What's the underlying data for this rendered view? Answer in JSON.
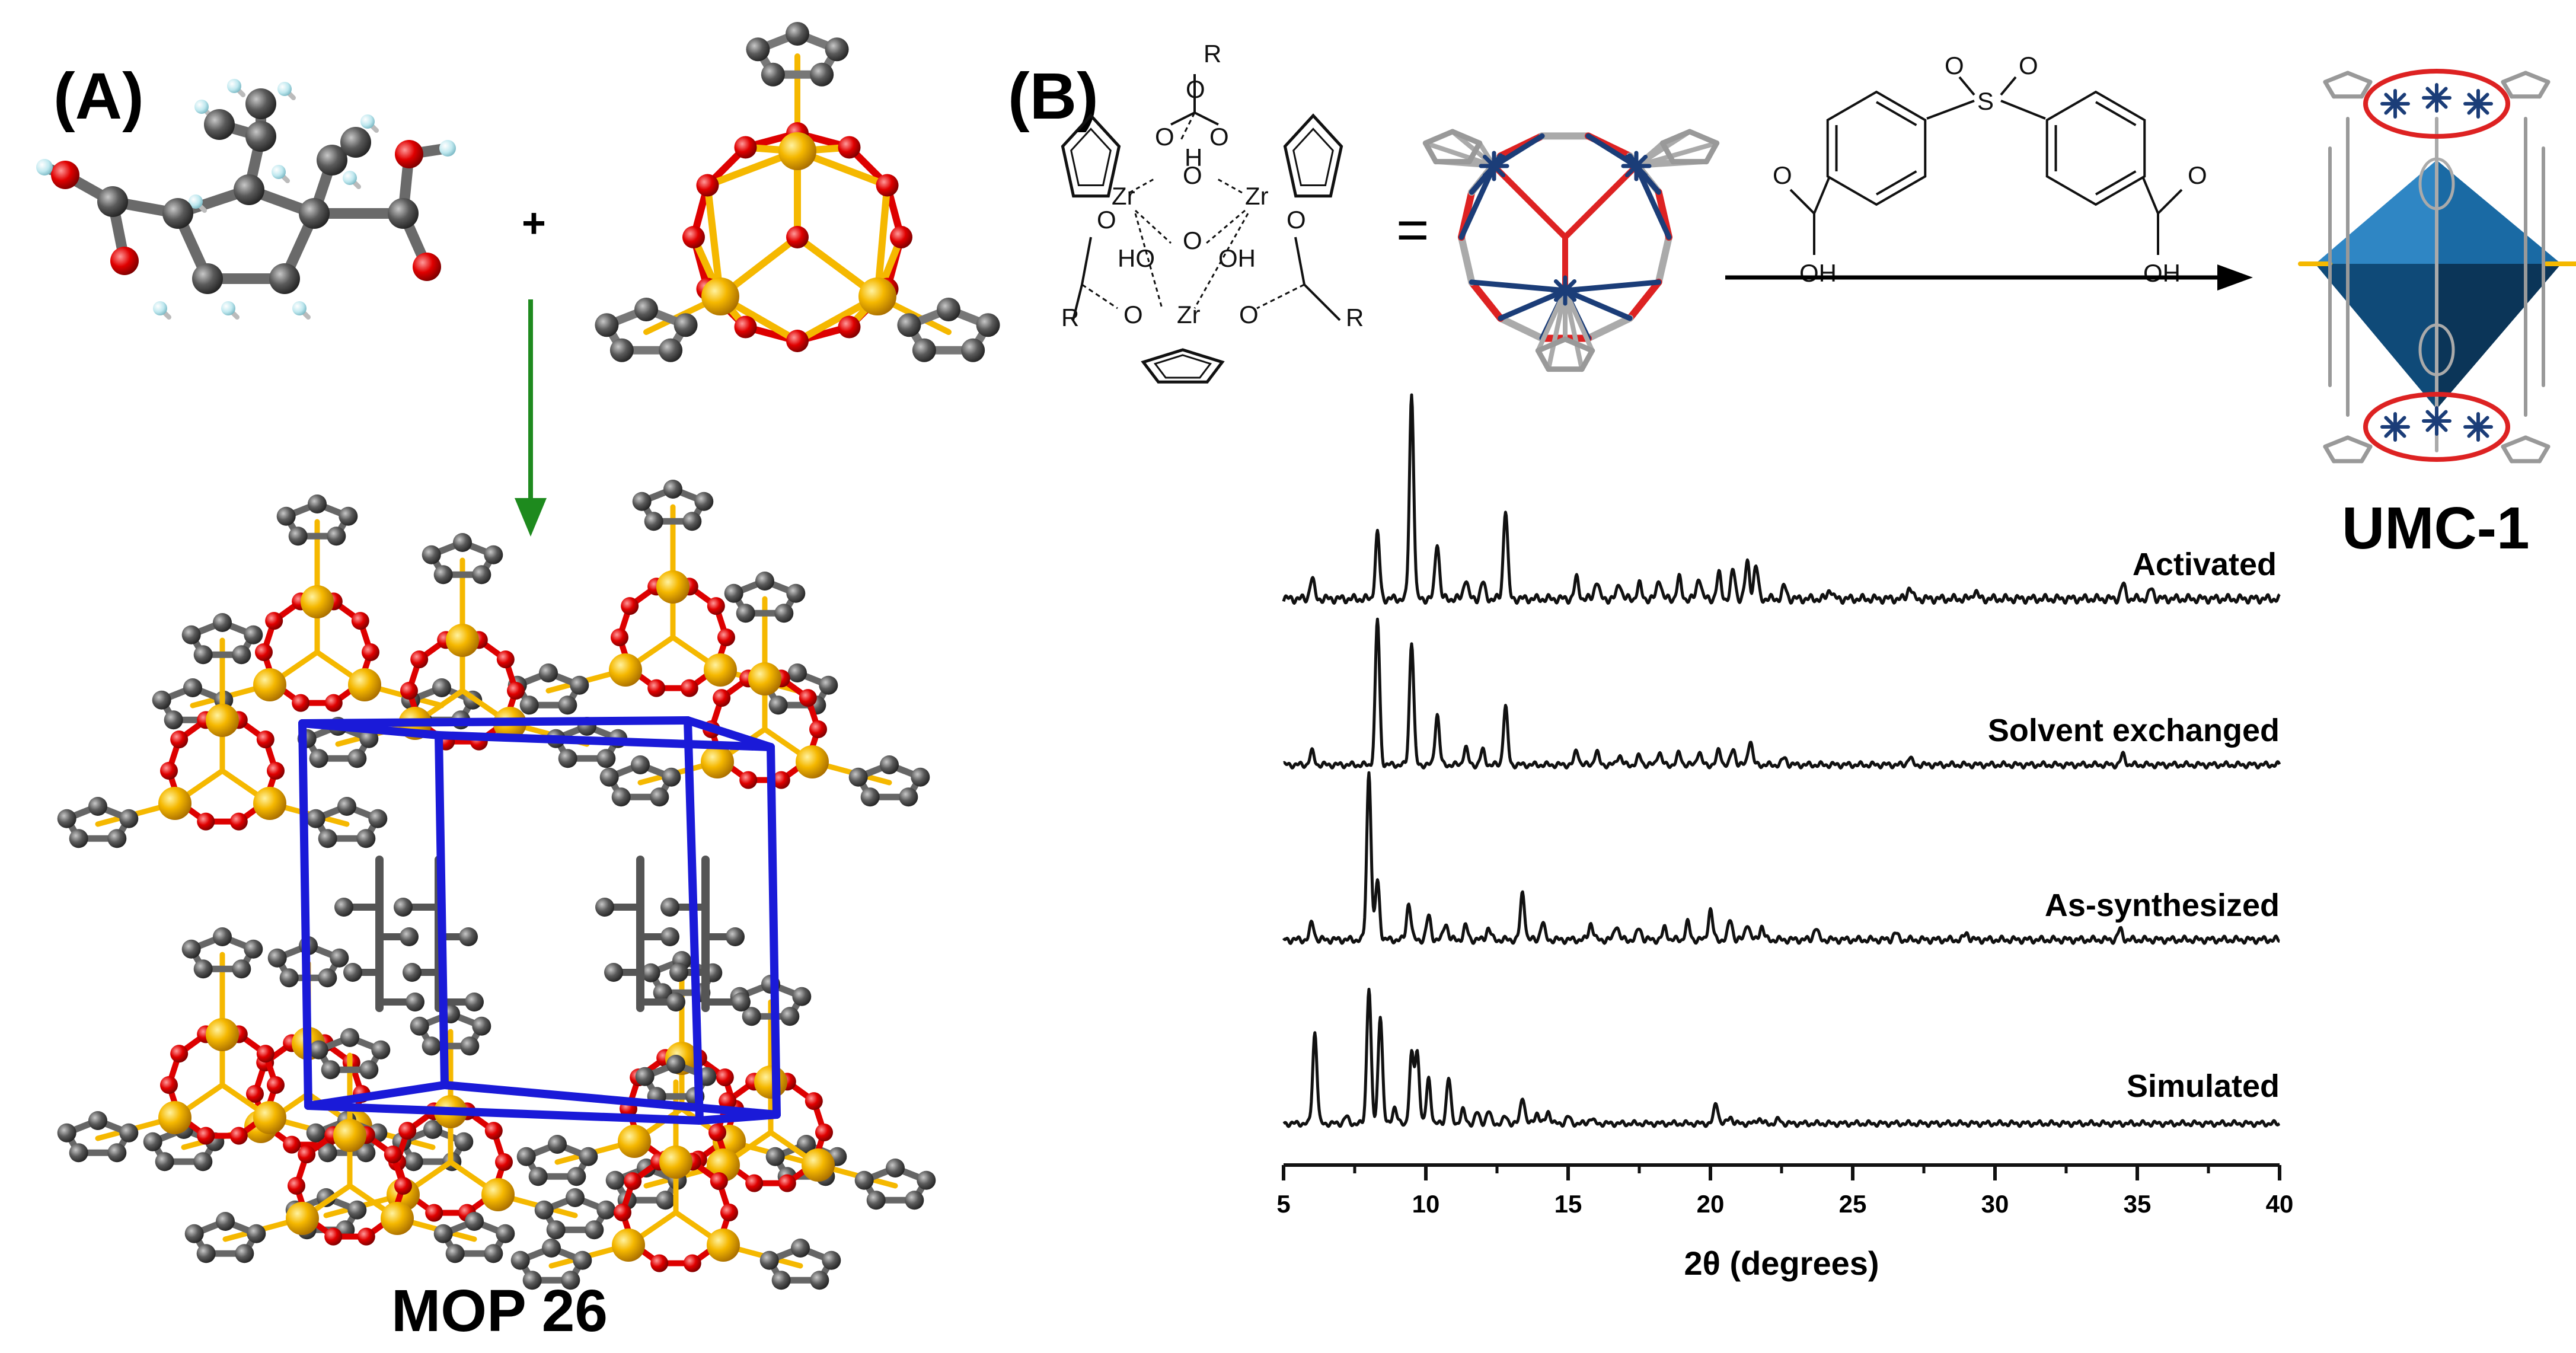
{
  "figure": {
    "panel_a": {
      "label": "(A)",
      "plus": "+",
      "product": "MOP 26"
    },
    "panel_b": {
      "label": "(B)",
      "equals": "=",
      "product": "UMC-1",
      "cluster_atoms": [
        "Zr",
        "Zr",
        "Zr",
        "O",
        "O",
        "O",
        "O",
        "O",
        "O",
        "O",
        "O",
        "O",
        "H",
        "HO",
        "OH",
        "R",
        "R",
        "R"
      ],
      "linker_atoms": [
        "S",
        "O",
        "O",
        "O",
        "OH",
        "O",
        "OH"
      ]
    }
  },
  "colors": {
    "zr_atom": "#f5b800",
    "oxygen": "#e00000",
    "carbon": "#555555",
    "cage_edge": "#1a1ad8",
    "arrow_green": "#1e8a1e",
    "polyhedron": "#1b5f92"
  },
  "chart_data": {
    "type": "line",
    "xlabel": "2θ (degrees)",
    "xlim": [
      5,
      40
    ],
    "x_ticks": [
      5,
      10,
      15,
      20,
      25,
      30,
      35,
      40
    ],
    "series": [
      {
        "name": "Activated",
        "peaks": [
          [
            6.0,
            0.1
          ],
          [
            8.3,
            0.32
          ],
          [
            9.5,
            1.0
          ],
          [
            10.4,
            0.28
          ],
          [
            11.4,
            0.1
          ],
          [
            12.0,
            0.08
          ],
          [
            12.8,
            0.44
          ],
          [
            15.3,
            0.1
          ],
          [
            16.0,
            0.09
          ],
          [
            16.8,
            0.08
          ],
          [
            17.5,
            0.07
          ],
          [
            18.2,
            0.1
          ],
          [
            18.9,
            0.1
          ],
          [
            19.6,
            0.11
          ],
          [
            20.3,
            0.12
          ],
          [
            20.8,
            0.14
          ],
          [
            21.3,
            0.18
          ],
          [
            21.6,
            0.16
          ],
          [
            22.6,
            0.06
          ],
          [
            24.2,
            0.05
          ],
          [
            27.0,
            0.06
          ],
          [
            29.3,
            0.04
          ],
          [
            34.5,
            0.07
          ],
          [
            35.5,
            0.05
          ]
        ]
      },
      {
        "name": "Solvent exchanged",
        "peaks": [
          [
            6.0,
            0.09
          ],
          [
            8.3,
            1.0
          ],
          [
            9.5,
            0.85
          ],
          [
            10.4,
            0.35
          ],
          [
            11.4,
            0.12
          ],
          [
            12.0,
            0.1
          ],
          [
            12.8,
            0.4
          ],
          [
            15.3,
            0.1
          ],
          [
            16.0,
            0.09
          ],
          [
            16.8,
            0.07
          ],
          [
            17.5,
            0.06
          ],
          [
            18.2,
            0.09
          ],
          [
            18.9,
            0.08
          ],
          [
            19.6,
            0.09
          ],
          [
            20.3,
            0.1
          ],
          [
            20.8,
            0.11
          ],
          [
            21.4,
            0.17
          ],
          [
            22.6,
            0.05
          ],
          [
            27.0,
            0.05
          ],
          [
            34.5,
            0.07
          ]
        ]
      },
      {
        "name": "As-synthesized",
        "peaks": [
          [
            6.0,
            0.1
          ],
          [
            8.0,
            1.0
          ],
          [
            8.3,
            0.35
          ],
          [
            9.4,
            0.22
          ],
          [
            10.1,
            0.14
          ],
          [
            10.7,
            0.1
          ],
          [
            11.4,
            0.08
          ],
          [
            12.2,
            0.07
          ],
          [
            13.4,
            0.28
          ],
          [
            14.1,
            0.1
          ],
          [
            15.8,
            0.1
          ],
          [
            16.7,
            0.09
          ],
          [
            17.5,
            0.07
          ],
          [
            18.4,
            0.07
          ],
          [
            19.2,
            0.1
          ],
          [
            20.0,
            0.18
          ],
          [
            20.7,
            0.12
          ],
          [
            21.3,
            0.1
          ],
          [
            21.8,
            0.08
          ],
          [
            23.7,
            0.07
          ],
          [
            26.5,
            0.04
          ],
          [
            29.0,
            0.04
          ],
          [
            34.4,
            0.06
          ]
        ]
      },
      {
        "name": "Simulated",
        "peaks": [
          [
            6.1,
            0.67
          ],
          [
            7.2,
            0.05
          ],
          [
            8.0,
            1.0
          ],
          [
            8.4,
            0.8
          ],
          [
            8.9,
            0.12
          ],
          [
            9.5,
            0.5
          ],
          [
            9.7,
            0.52
          ],
          [
            10.1,
            0.33
          ],
          [
            10.8,
            0.34
          ],
          [
            11.3,
            0.1
          ],
          [
            11.8,
            0.08
          ],
          [
            12.2,
            0.09
          ],
          [
            12.8,
            0.05
          ],
          [
            13.4,
            0.2
          ],
          [
            13.9,
            0.08
          ],
          [
            14.3,
            0.09
          ],
          [
            15.0,
            0.05
          ],
          [
            15.8,
            0.04
          ],
          [
            20.2,
            0.15
          ],
          [
            20.7,
            0.05
          ],
          [
            21.7,
            0.04
          ],
          [
            22.4,
            0.03
          ]
        ]
      }
    ]
  }
}
